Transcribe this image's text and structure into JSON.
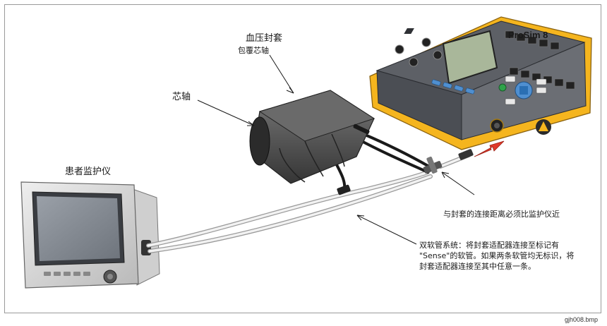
{
  "labels": {
    "cuff_title": "血压封套",
    "cuff_subtitle": "包覆芯轴",
    "mandrel": "芯轴",
    "patient_monitor": "患者监护仪",
    "prosim": "ProSim 8",
    "tee_note": "与封套的连接距离必须比监护仪近",
    "dual_hose_note": "双软管系统：将封套适配器连接至标记有 \"Sense\"的软管。如果两条软管均无标识，将封套适配器连接至其中任意一条。",
    "figure_id": "gjh008.bmp"
  },
  "colors": {
    "prosim_yellow": "#f5b51e",
    "prosim_top": "#5d6066",
    "screen_green": "#a9b79a",
    "button_blue": "#4f8fd0",
    "arrow_red": "#e0392a",
    "cuff_dark": "#4a4a4a",
    "hose": "#dcdcdc"
  },
  "icons": {
    "arrow": "red-arrow-icon",
    "warning": "warning-triangle-icon"
  }
}
